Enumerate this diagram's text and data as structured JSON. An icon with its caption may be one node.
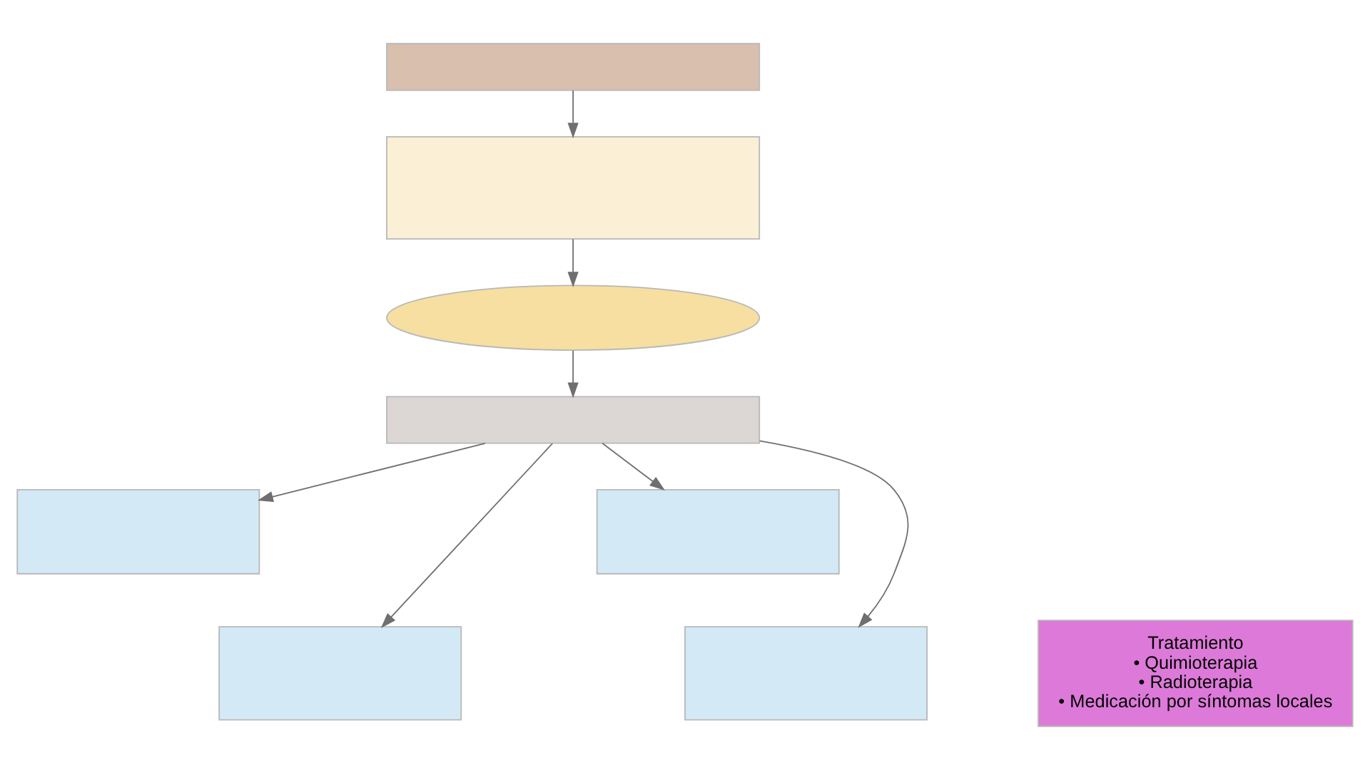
{
  "diagram": {
    "nodes": [
      {
        "text": [],
        "shape": "box"
      },
      {
        "text": [],
        "shape": "box"
      },
      {
        "text": [],
        "shape": "ellipse"
      },
      {
        "text": [],
        "shape": "box"
      },
      {
        "text": [],
        "shape": "box"
      },
      {
        "text": [],
        "shape": "box"
      },
      {
        "text": [],
        "shape": "box"
      },
      {
        "text": [],
        "shape": "box"
      },
      {
        "text": [
          "Tratamiento",
          "• Quimioterapia",
          "• Radioterapia",
          "• Medicación por síntomas locales"
        ]
      }
    ],
    "edges": [
      {
        "from": 0,
        "to": 1,
        "arrow": "to"
      },
      {
        "from": 1,
        "to": 2,
        "arrow": "to"
      },
      {
        "from": 2,
        "to": 3,
        "arrow": "to"
      },
      {
        "from": 3,
        "to": 4,
        "arrow": "to"
      },
      {
        "from": 3,
        "to": 5,
        "arrow": "to"
      },
      {
        "from": 3,
        "to": 6,
        "arrow": "to"
      },
      {
        "from": 3,
        "to": 7,
        "arrow": "to"
      }
    ]
  }
}
